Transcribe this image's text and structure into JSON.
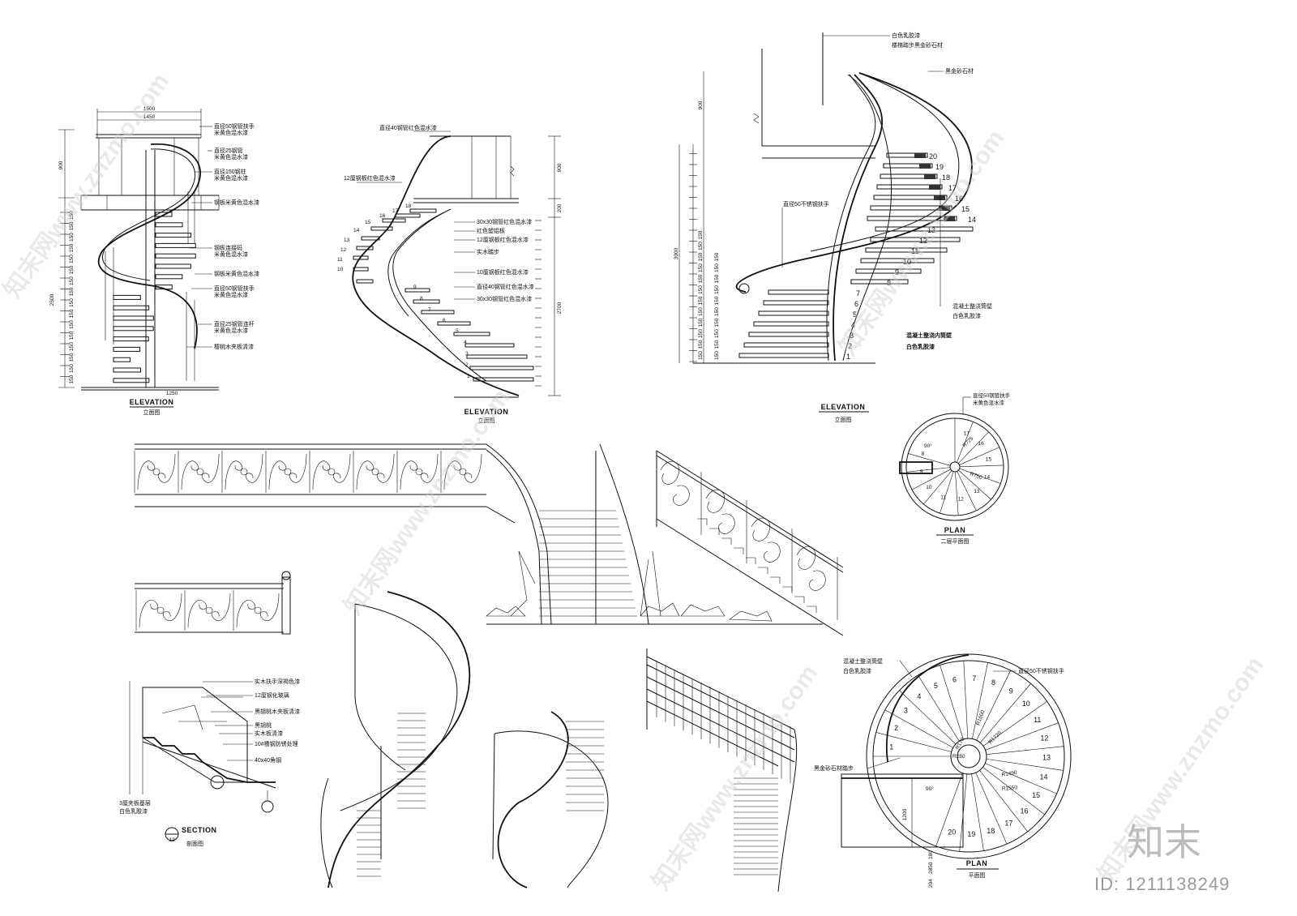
{
  "drawing_1": {
    "dims": {
      "top_outer": "1500",
      "top_inner": "1450",
      "left_upper": "900",
      "left_total": "2500",
      "bottom": "1250"
    },
    "riser_label": "150",
    "notes": [
      [
        "直径50钢管扶手",
        "米黄色混水漆"
      ],
      [
        "直径25钢管",
        "米黄色混水漆"
      ],
      [
        "直径150钢柱",
        "米黄色混水漆"
      ],
      [
        "钢板米黄色混水漆"
      ],
      [
        "钢板连接码",
        "米黄色混水漆"
      ],
      [
        "钢板米黄色混水漆"
      ],
      [
        "直径50钢管扶手",
        "米黄色混水漆"
      ],
      [
        "直径25钢管连杆",
        "米黄色混水漆"
      ],
      [
        "樱桃木夹板清漆"
      ]
    ],
    "title": "ELEVATION",
    "subtitle": "立面图"
  },
  "drawing_2": {
    "dims": {
      "right_upper": "900",
      "right_mid": "200",
      "right_total": "2700"
    },
    "notes_left": [
      "直径40钢管红色混水漆",
      "12厘钢板红色混水漆"
    ],
    "notes_right": [
      "30x30钢管红色混水漆",
      "红色塑铝板",
      "12厘钢板红色混水漆",
      "实木踏步",
      "10厘钢板红色混水漆",
      "直径40钢管红色混水漆",
      "30x30钢管红色混水漆"
    ],
    "step_numbers": [
      "18",
      "17",
      "16",
      "15",
      "14",
      "13",
      "12",
      "11",
      "10",
      "9",
      "8",
      "7",
      "6",
      "5",
      "4",
      "3",
      "2",
      "1"
    ],
    "title": "ELEVATION",
    "subtitle": "立面图"
  },
  "drawing_3": {
    "dims": {
      "upper": "900",
      "total": "3000",
      "risers": [
        "150",
        "150",
        "150",
        "150",
        "150",
        "150",
        "150",
        "150",
        "150",
        "150",
        "150",
        "150",
        "150",
        "150",
        "150",
        "150",
        "150",
        "150",
        "150",
        "150"
      ]
    },
    "notes": [
      "白色乳胶漆",
      "楼梯踏步黑金砂石材",
      "黑金砂石材",
      "直径50不锈钢扶手",
      "混凝土整浇筒壁",
      "白色乳胶漆",
      "混凝土整浇内筒壁",
      "白色乳胶漆"
    ],
    "step_numbers": [
      "20",
      "19",
      "18",
      "17",
      "16",
      "15",
      "14",
      "13",
      "12",
      "11",
      "10",
      "9",
      "8",
      "7",
      "6",
      "5",
      "4",
      "3",
      "2",
      "1"
    ],
    "title": "ELEVATION",
    "subtitle": "立面图"
  },
  "plan_small": {
    "notes": [
      "直径50钢管扶手",
      "米黄色混水漆"
    ],
    "radii": [
      "R725",
      "R750"
    ],
    "angle": "90°",
    "steps": [
      "17",
      "16",
      "15",
      "14",
      "13",
      "12",
      "11",
      "10",
      "9",
      "8"
    ],
    "title": "PLAN",
    "subtitle": "二层平面图"
  },
  "section": {
    "notes": [
      "实木扶手深褐色漆",
      "12厘钢化玻璃",
      "黑胡桃木夹板清漆",
      "黑胡桃",
      "实木板清漆",
      "10#槽钢防锈处理",
      "40x40角钢"
    ],
    "bottom_notes": [
      "3厘夹板基层",
      "白色乳胶漆"
    ],
    "marker": "12",
    "title": "SECTION",
    "subtitle": "剖面图"
  },
  "plan_large": {
    "notes": [
      "混凝土整浇筒壁",
      "白色乳胶漆",
      "直径50不锈钢扶手",
      "黑金砂石材踏步"
    ],
    "radii": [
      "R1600",
      "R1720",
      "R1490",
      "R1550",
      "R280",
      "R170"
    ],
    "angle": "90°",
    "dim": "1200",
    "steps": [
      "1",
      "2",
      "3",
      "4",
      "5",
      "6",
      "7",
      "8",
      "9",
      "10",
      "11",
      "12",
      "13",
      "14",
      "15",
      "16",
      "17",
      "18",
      "19",
      "20"
    ],
    "bottom_dims": [
      "204",
      "2850",
      "180"
    ],
    "title": "PLAN",
    "subtitle": "平面图"
  },
  "watermark": {
    "text": "知末网www.znzmo.com",
    "brand": "知末",
    "id": "ID: 1211138249"
  }
}
